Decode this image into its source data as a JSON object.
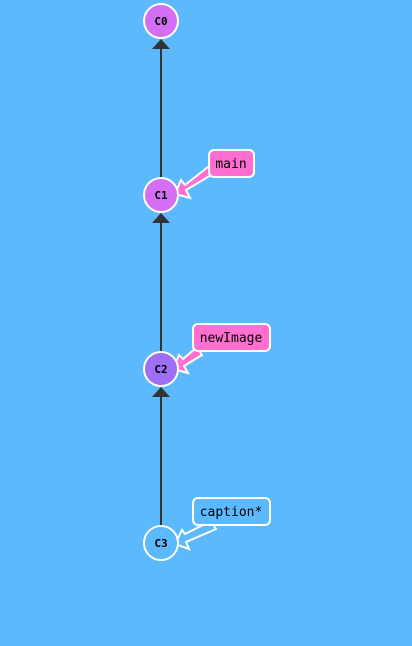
{
  "commits": [
    {
      "id": "C0",
      "color": "#d46ef5"
    },
    {
      "id": "C1",
      "color": "#d46ef5"
    },
    {
      "id": "C2",
      "color": "#9e6ef5"
    },
    {
      "id": "C3",
      "color": "#5cb9fd"
    }
  ],
  "edges": [
    {
      "from": "C1",
      "to": "C0"
    },
    {
      "from": "C2",
      "to": "C1"
    },
    {
      "from": "C3",
      "to": "C2"
    }
  ],
  "branches": [
    {
      "name": "main",
      "target": "C1",
      "color": "#ff6fd2"
    },
    {
      "name": "newImage",
      "target": "C2",
      "color": "#ff6fd2"
    },
    {
      "name": "caption*",
      "target": "C3",
      "color": "#5cb9fd"
    }
  ],
  "colors": {
    "background": "#5cb9fd",
    "edge": "#333333",
    "node_stroke": "#ffffff",
    "tag_stroke": "#ffffff"
  }
}
